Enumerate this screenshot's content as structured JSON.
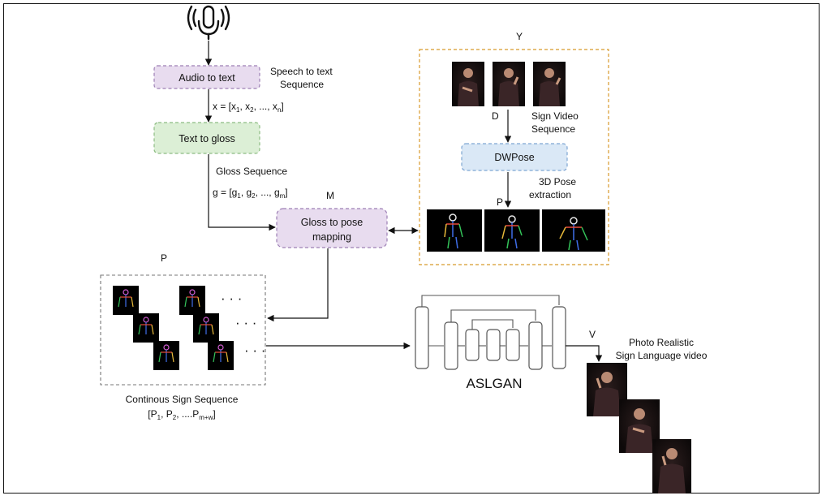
{
  "boxes": {
    "audio_to_text": "Audio to text",
    "text_to_gloss": "Text to gloss",
    "gloss_to_pose_line1": "Gloss to pose",
    "gloss_to_pose_line2": "mapping",
    "dwpose": "DWPose"
  },
  "labels": {
    "speech_to_text_line1": "Speech to text",
    "speech_to_text_line2": "Sequence",
    "x_seq": "x = [x",
    "x_sub1": "1",
    "x_comma1": ", x",
    "x_sub2": "2",
    "x_mid": ", ..., x",
    "x_subn": "n",
    "x_end": "]",
    "gloss_sequence": "Gloss Sequence",
    "g_seq": "g = [g",
    "g_sub1": "1",
    "g_comma1": ", g",
    "g_sub2": "2",
    "g_mid": ", ..., g",
    "g_subm": "m",
    "g_end": "]",
    "m": "M",
    "y": "Y",
    "d": "D",
    "sign_video_line1": "Sign Video",
    "sign_video_line2": "Sequence",
    "pose_3d_line1": "3D Pose",
    "pose_3d_line2": "extraction",
    "p_top": "P",
    "p_left": "P",
    "continuous_line1": "Continous Sign Sequence",
    "cs_p": "[P",
    "cs_sub1": "1",
    "cs_comma": ", P",
    "cs_sub2": "2",
    "cs_mid": ", ....P",
    "cs_subm": "m+w",
    "cs_end": "]",
    "aslgan": "ASLGAN",
    "v": "V",
    "photo_line1": "Photo Realistic",
    "photo_line2": "Sign Language video",
    "dots": "· · ·"
  },
  "colors": {
    "purple_fill": "#e8dcef",
    "purple_stroke": "#9d7fb5",
    "green_fill": "#dcefd6",
    "green_stroke": "#8cbc82",
    "blue_fill": "#dae8f6",
    "blue_stroke": "#7ea6d3",
    "orange_dash": "#d89a2b"
  }
}
